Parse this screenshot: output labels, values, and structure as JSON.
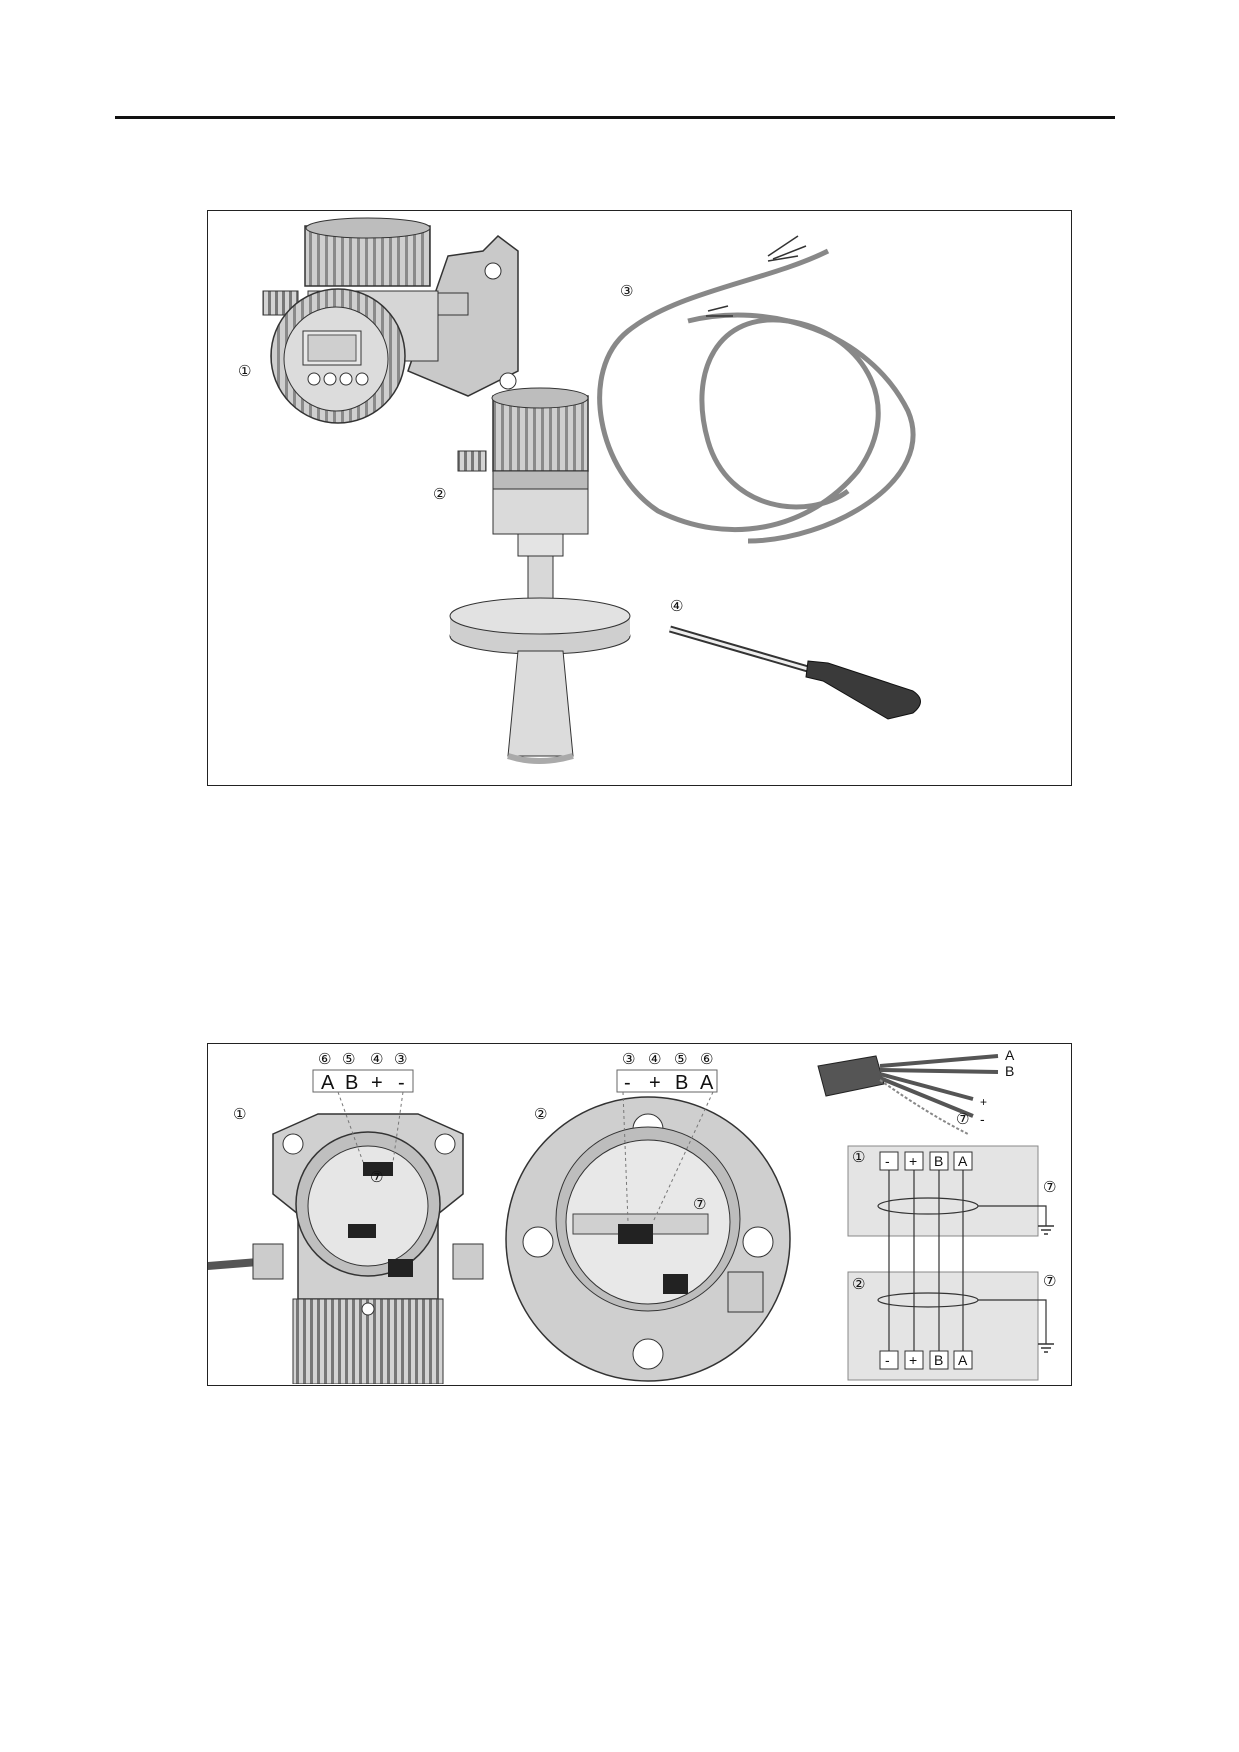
{
  "figure1": {
    "callouts": [
      "①",
      "②",
      "③",
      "④"
    ]
  },
  "figure2": {
    "callouts": {
      "housing1": "①",
      "housing2": "②",
      "seven": "⑦"
    },
    "terminal_strip_1": {
      "numbers": [
        "⑥",
        "⑤",
        "④",
        "③"
      ],
      "letters": [
        "A",
        "B",
        "+",
        "-"
      ]
    },
    "terminal_strip_2": {
      "numbers": [
        "③",
        "④",
        "⑤",
        "⑥"
      ],
      "letters": [
        "-",
        "+",
        "B",
        "A"
      ]
    },
    "cable_wires": [
      "A",
      "B",
      "+",
      "-"
    ],
    "wiring_diagram": {
      "box1": {
        "label": "①",
        "terminals": [
          "-",
          "+",
          "B",
          "A"
        ],
        "shield": "⑦"
      },
      "box2": {
        "label": "②",
        "terminals": [
          "-",
          "+",
          "B",
          "A"
        ],
        "shield": "⑦"
      }
    }
  }
}
